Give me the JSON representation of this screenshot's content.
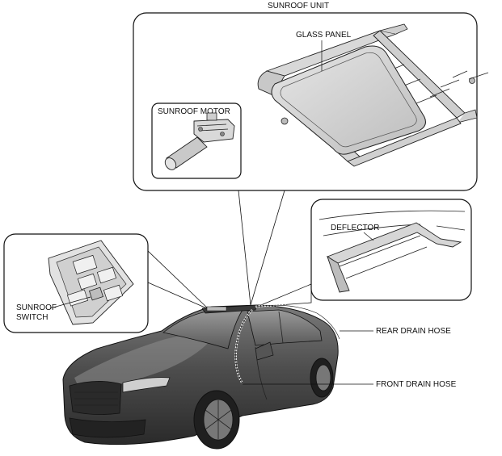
{
  "labels": {
    "sunroof_unit": "SUNROOF UNIT",
    "glass_panel": "GLASS PANEL",
    "sunroof_motor": "SUNROOF MOTOR",
    "deflector": "DEFLECTOR",
    "sunroof_switch_line1": "SUNROOF",
    "sunroof_switch_line2": "SWITCH",
    "rear_drain_hose": "REAR DRAIN HOSE",
    "front_drain_hose": "FRONT DRAIN HOSE"
  }
}
